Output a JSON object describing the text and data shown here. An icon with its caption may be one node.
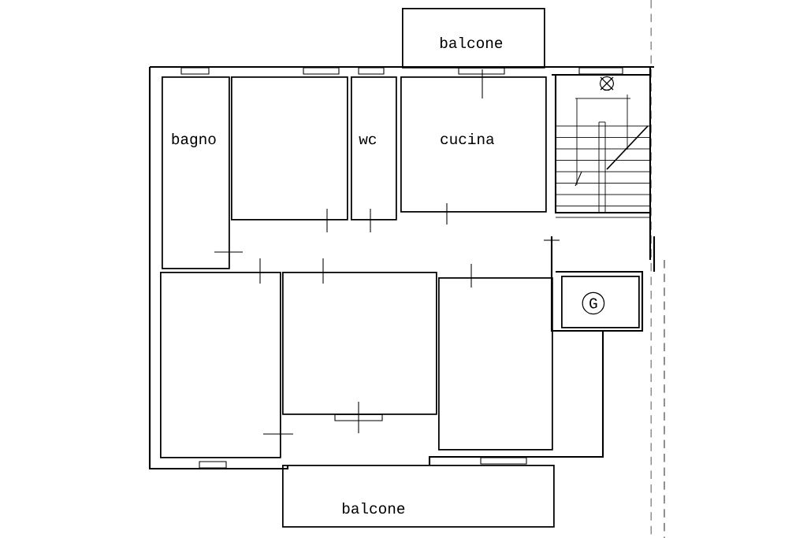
{
  "diagram": {
    "nodes": [
      {
        "text": [
          "balcone"
        ]
      },
      {
        "text": [
          "bagno"
        ]
      },
      {
        "text": [],
        "shape": "box"
      },
      {
        "text": [
          "wc"
        ]
      },
      {
        "text": [
          "cucina"
        ]
      },
      {
        "text": [],
        "shape": "box"
      },
      {
        "text": [],
        "shape": "box"
      },
      {
        "text": [],
        "shape": "box"
      },
      {
        "text": [
          "G"
        ]
      },
      {
        "text": [
          "balcone"
        ]
      }
    ]
  }
}
